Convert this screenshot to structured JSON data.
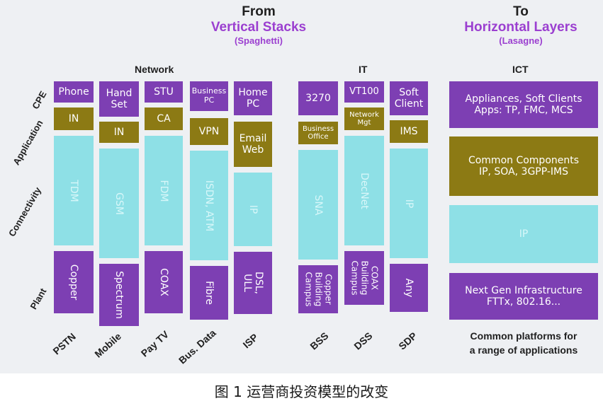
{
  "header": {
    "from_line1": "From",
    "from_line2": "Vertical Stacks",
    "from_line3": "(Spaghetti)",
    "to_line1": "To",
    "to_line2": "Horizontal Layers",
    "to_line3": "(Lasagne)"
  },
  "groups": {
    "network": "Network",
    "it": "IT",
    "ict": "ICT"
  },
  "rows": {
    "cpe": "CPE",
    "application": "Application",
    "connectivity": "Connectivity",
    "plant": "Plant"
  },
  "columns": {
    "pstn": {
      "name": "PSTN",
      "cpe": "Phone",
      "app": "IN",
      "conn": "TDM",
      "plant": "Copper"
    },
    "mobile": {
      "name": "Mobile",
      "cpe": "Hand\nSet",
      "app": "IN",
      "conn": "GSM",
      "plant": "Spectrum"
    },
    "paytv": {
      "name": "Pay TV",
      "cpe": "STU",
      "app": "CA",
      "conn": "FDM",
      "plant": "COAX"
    },
    "busdata": {
      "name": "Bus. Data",
      "cpe": "Business\nPC",
      "app": "VPN",
      "conn": "ISDN, ATM",
      "plant": "Fibre"
    },
    "isp": {
      "name": "ISP",
      "cpe": "Home\nPC",
      "app": "Email\nWeb",
      "conn": "IP",
      "plant": "DSL,\nULL"
    },
    "bss": {
      "name": "BSS",
      "cpe": "3270",
      "app": "Business\nOffice",
      "conn": "SNA",
      "plant": "Copper\nBuilding\nCampus"
    },
    "dss": {
      "name": "DSS",
      "cpe": "VT100",
      "app": "Network\nMgt",
      "conn": "DecNet",
      "plant": "COAX\nBuilding\nCampus"
    },
    "sdp": {
      "name": "SDP",
      "cpe": "Soft\nClient",
      "app": "IMS",
      "conn": "IP",
      "plant": "Any"
    }
  },
  "layers": {
    "cpe": "Appliances, Soft Clients\nApps: TP, FMC, MCS",
    "app": "Common Components\nIP, SOA, 3GPP-IMS",
    "conn": "IP",
    "plant": "Next Gen Infrastructure\nFTTx, 802.16..."
  },
  "footer_note": "Common platforms for\na range of applications",
  "caption": "图 1   运营商投资模型的改变",
  "colors": {
    "purple": "#7d3fb3",
    "olive": "#8c7a14",
    "cyan": "#8ee0e6",
    "title_purple": "#9b3fd0"
  }
}
